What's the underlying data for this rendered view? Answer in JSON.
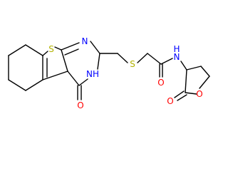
{
  "molecule": {
    "colors": {
      "bond": "#000000",
      "S": "#b2b200",
      "N": "#0000ff",
      "O": "#ff0000"
    },
    "atoms": [
      {
        "id": "s-thiophene",
        "text": "S",
        "element": "S"
      },
      {
        "id": "n-ring-1",
        "text": "N",
        "element": "N"
      },
      {
        "id": "nh-ring-3",
        "text": "NH",
        "element": "N"
      },
      {
        "id": "o-keto",
        "text": "O",
        "element": "O"
      },
      {
        "id": "s-thioether",
        "text": "S",
        "element": "S"
      },
      {
        "id": "o-amide",
        "text": "O",
        "element": "O"
      },
      {
        "id": "nh-amide",
        "text": "N",
        "element": "N"
      },
      {
        "id": "h-amide",
        "text": "H",
        "element": "N"
      },
      {
        "id": "o-lactone-carbonyl",
        "text": "O",
        "element": "O"
      },
      {
        "id": "o-lactone-ring",
        "text": "O",
        "element": "O"
      }
    ]
  }
}
